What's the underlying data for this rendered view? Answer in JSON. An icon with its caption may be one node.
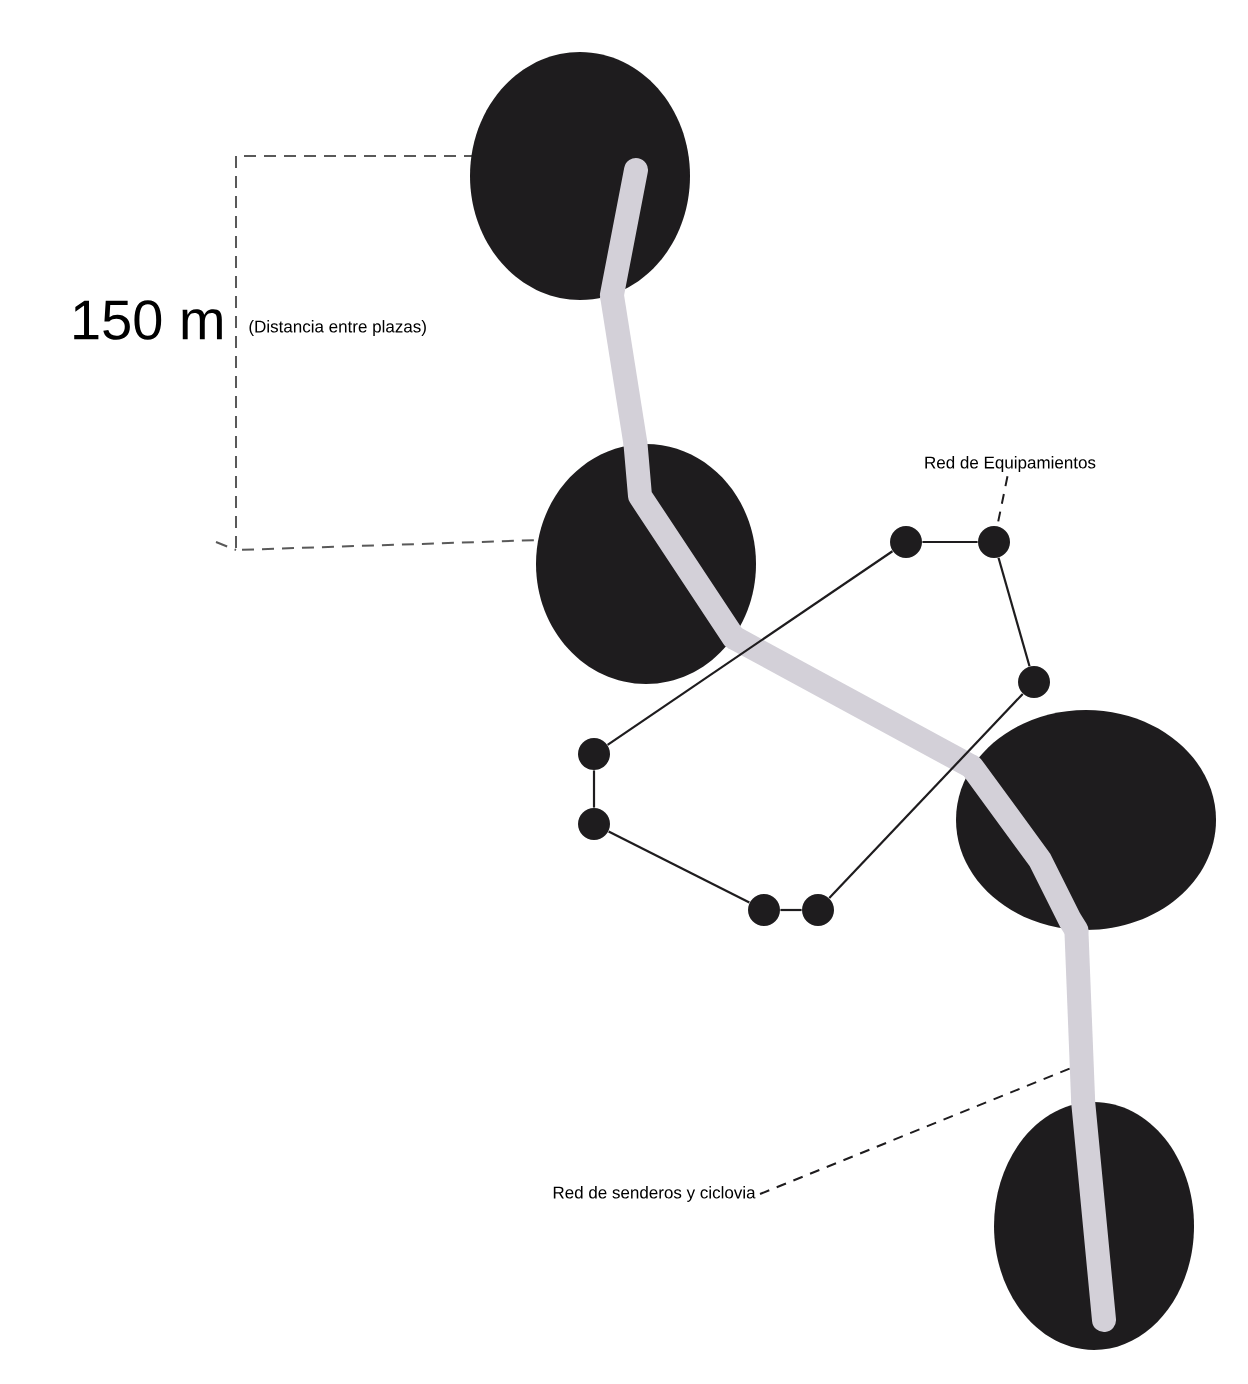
{
  "diagram": {
    "nodes": [
      {
        "text": [],
        "shape": "ellipse"
      },
      {
        "text": [],
        "shape": "ellipse"
      },
      {
        "text": [],
        "shape": "ellipse"
      },
      {
        "text": [],
        "shape": "ellipse"
      },
      {
        "text": [],
        "shape": "circle"
      },
      {
        "text": [],
        "shape": "circle"
      },
      {
        "text": [],
        "shape": "circle"
      },
      {
        "text": [],
        "shape": "circle"
      },
      {
        "text": [],
        "shape": "circle"
      },
      {
        "text": [],
        "shape": "circle"
      },
      {
        "text": [],
        "shape": "circle"
      },
      {
        "text": [
          "Red de Equipamientos"
        ]
      },
      {
        "text": [
          "Red de senderos y ciclovia"
        ]
      }
    ],
    "edges": [
      {
        "from": 0,
        "to": 1,
        "arrow": "none",
        "style": "thick",
        "color": "#d3d0d8"
      },
      {
        "from": 1,
        "to": 2,
        "arrow": "none",
        "style": "thick",
        "color": "#d3d0d8"
      },
      {
        "from": 2,
        "to": 3,
        "arrow": "none",
        "style": "thick",
        "color": "#d3d0d8"
      },
      {
        "from": 4,
        "to": 5,
        "arrow": "none"
      },
      {
        "from": 5,
        "to": 6,
        "arrow": "none"
      },
      {
        "from": 6,
        "to": 10,
        "arrow": "none"
      },
      {
        "from": 10,
        "to": 9,
        "arrow": "none"
      },
      {
        "from": 9,
        "to": 8,
        "arrow": "none"
      },
      {
        "from": 8,
        "to": 7,
        "arrow": "none"
      },
      {
        "from": 7,
        "to": 4,
        "arrow": "none"
      },
      {
        "from": 11,
        "to": 5,
        "arrow": "none",
        "style": "dashed"
      },
      {
        "from": 12,
        "to": null,
        "arrow": "none",
        "style": "dashed"
      }
    ],
    "labels": [
      "150 m",
      "(Distancia entre plazas)"
    ]
  }
}
